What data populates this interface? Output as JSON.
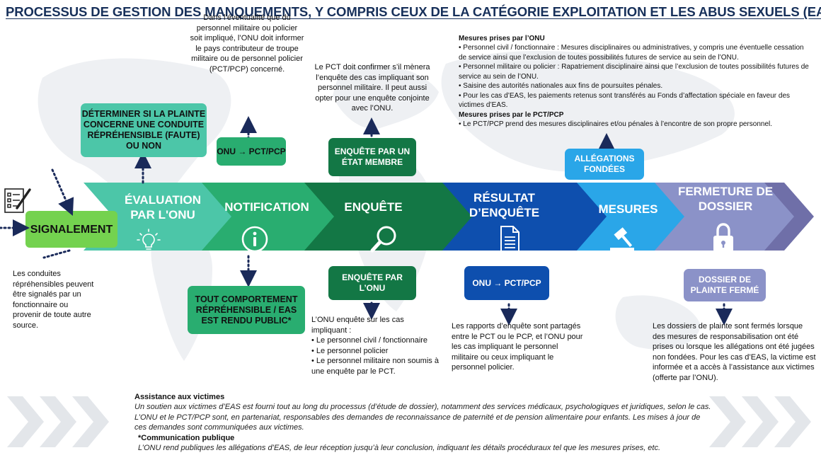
{
  "title": "PROCESSUS DE GESTION DES MANQUEMENTS, Y COMPRIS CEUX DE LA CATÉGORIE EXPLOITATION ET LES ABUS SEXUELS (EAS)",
  "colors": {
    "title": "#17305a",
    "signalement": "#74d24f",
    "evaluation": "#4cc6a8",
    "notification": "#29ad70",
    "enquete": "#137745",
    "resultat": "#0e4fae",
    "mesures": "#2aa6e8",
    "fermeture": "#8b92c8",
    "tail": "#6f6fa8",
    "dots": "#1a2a5a"
  },
  "signalement": {
    "label": "SIGNALEMENT",
    "icon": "checklist-pen-icon",
    "note": "Les conduites répréhensibles peuvent être signalés par un fonctionnaire ou provenir de toute autre source."
  },
  "steps": [
    {
      "id": "evaluation",
      "label": "ÉVALUATION PAR L'ONU",
      "icon": "lightbulb-icon"
    },
    {
      "id": "notification",
      "label": "NOTIFICATION",
      "icon": "info-icon"
    },
    {
      "id": "enquete",
      "label": "ENQUÊTE",
      "icon": "magnifier-icon"
    },
    {
      "id": "resultat",
      "label": "RÉSULTAT D’ENQUÊTE",
      "icon": "document-icon"
    },
    {
      "id": "mesures",
      "label": "MESURES",
      "icon": "gavel-icon"
    },
    {
      "id": "fermeture",
      "label": "FERMETURE DE DOSSIER",
      "icon": "padlock-icon"
    }
  ],
  "evaluation": {
    "box": "DÉTERMINER SI LA PLAINTE CONCERNE UNE CONDUITE RÉPRÉHENSIBLE (FAUTE) OU NON"
  },
  "notification": {
    "top_text": "Dans l’éventualité que du personnel militaire ou policier soit impliqué, l’ONU doit informer le pays contributeur de troupe militaire ou de personnel policier (PCT/PCP) concerné.",
    "top_box": "ONU → PCT/PCP",
    "bottom_box": "TOUT COMPORTEMENT RÉPRÉHENSIBLE / EAS EST RENDU PUBLIC*"
  },
  "enquete": {
    "top_text": "Le PCT doit confirmer s’il mènera l’enquête des cas impliquant son personnel militaire. Il peut aussi opter pour une enquête conjointe avec l’ONU.",
    "top_box": "ENQUÊTE PAR UN ÉTAT MEMBRE",
    "bottom_box": "ENQUÊTE PAR L’ONU",
    "bottom_intro": "L’ONU enquête sur les cas impliquant :",
    "bottom_bullets": [
      "• Le personnel civil / fonctionnaire",
      "• Le personnel policier",
      "• Le personnel militaire non soumis à une enquête par le PCT."
    ]
  },
  "resultat": {
    "bottom_box": "ONU → PCT/PCP",
    "bottom_text": "Les rapports d’enquête sont partagés entre le PCT ou le PCP, et l’ONU pour les cas impliquant le personnel militaire ou ceux impliquant le personnel policier."
  },
  "mesures": {
    "top_box": "ALLÉGATIONS FONDÉES",
    "onu_heading": "Mesures prises par l’ONU",
    "onu_bullets": [
      "• Personnel civil / fonctionnaire : Mesures disciplinaires ou administratives, y compris une éventuelle cessation de service ainsi que l’exclusion de toutes possibilités futures de service au sein de l’ONU.",
      "• Personnel militaire ou policier : Rapatriement disciplinaire ainsi que l’exclusion de toutes possibilités futures de service au sein de l’ONU.",
      "• Saisine des autorités nationales aux fins de poursuites pénales.",
      "• Pour les cas d’EAS, les paiements retenus sont transférés au Fonds d’affectation spéciale en faveur des victimes d’EAS."
    ],
    "pct_heading": "Mesures prises par le PCT/PCP",
    "pct_bullets": [
      "• Le PCT/PCP prend des mesures disciplinaires et/ou pénales à l’encontre de son propre personnel."
    ]
  },
  "fermeture": {
    "bottom_box": "DOSSIER DE PLAINTE FERMÉ",
    "bottom_text": "Les dossiers de plainte sont fermés lorsque des mesures de responsabilisation ont été prises ou lorsque les allégations ont été jugées non fondées. Pour les cas d’EAS, la victime est informée et a accès à l’assistance aux victimes (offerte par l’ONU)."
  },
  "footer": {
    "assist_heading": "Assistance aux victimes",
    "assist_text": "Un soutien aux victimes d’EAS est fourni tout au long du processus (d’étude de dossier), notamment des services médicaux, psychologiques et juridiques, selon le cas. L’ONU et le PCT/PCP sont, en partenariat, responsables des demandes de reconnaissance de paternité et de pension alimentaire pour enfants. Les mises à jour de ces demandes sont communiquées aux victimes.",
    "public_heading": "*Communication publique",
    "public_text": "L’ONU rend publiques les allégations d’EAS, de leur réception jusqu’à leur conclusion, indiquant les détails procéduraux tel que les mesures prises, etc."
  }
}
